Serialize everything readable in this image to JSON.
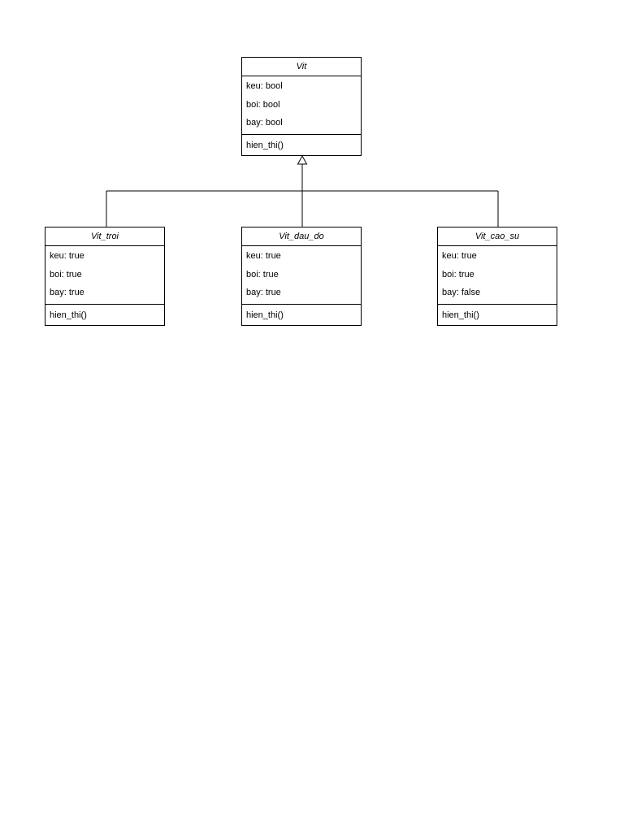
{
  "diagram": {
    "parent": {
      "name": "Vit",
      "attributes": [
        "keu: bool",
        "boi: bool",
        "bay: bool"
      ],
      "methods": [
        "hien_thi()"
      ]
    },
    "children": [
      {
        "name": "Vit_troi",
        "attributes": [
          "keu: true",
          "boi: true",
          "bay: true"
        ],
        "methods": [
          "hien_thi()"
        ]
      },
      {
        "name": "Vit_dau_do",
        "attributes": [
          "keu: true",
          "boi: true",
          "bay: true"
        ],
        "methods": [
          "hien_thi()"
        ]
      },
      {
        "name": "Vit_cao_su",
        "attributes": [
          "keu: true",
          "boi: true",
          "bay: false"
        ],
        "methods": [
          "hien_thi()"
        ]
      }
    ],
    "relationship": "generalization"
  }
}
